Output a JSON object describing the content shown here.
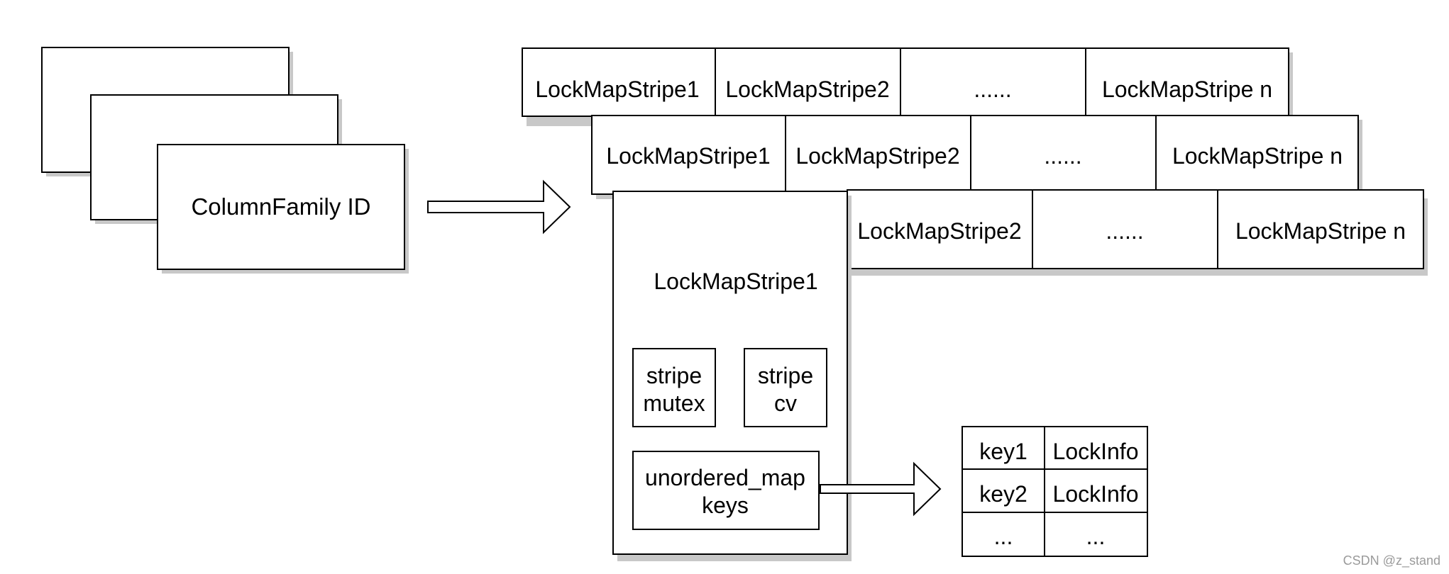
{
  "column_family_stack": {
    "front_label": "ColumnFamily ID"
  },
  "stripe_rows": {
    "row1": [
      "LockMapStripe1",
      "LockMapStripe2",
      "......",
      "LockMapStripe n"
    ],
    "row2": [
      "LockMapStripe1",
      "LockMapStripe2",
      "......",
      "LockMapStripe n"
    ],
    "row3": [
      "LockMapStripe2",
      "......",
      "LockMapStripe n"
    ]
  },
  "stripe_detail": {
    "title": "LockMapStripe1",
    "mutex_line1": "stripe",
    "mutex_line2": "mutex",
    "cv_line1": "stripe",
    "cv_line2": "cv",
    "map_line1": "unordered_map",
    "map_line2": "keys"
  },
  "keys_table": {
    "rows": [
      [
        "key1",
        "LockInfo"
      ],
      [
        "key2",
        "LockInfo"
      ],
      [
        "...",
        "..."
      ]
    ]
  },
  "watermark": "CSDN @z_stand",
  "colors": {
    "stroke": "#000000",
    "shadow": "#c8c8c8",
    "fill": "#ffffff"
  }
}
